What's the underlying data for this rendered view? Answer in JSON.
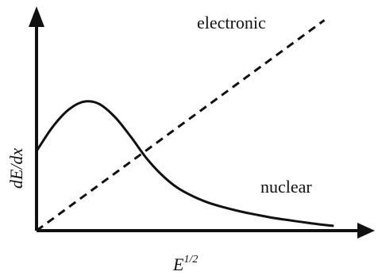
{
  "chart_data": {
    "type": "line",
    "xlabel": "E",
    "xlabel_superscript": "1/2",
    "ylabel": "dE/dx",
    "xlim": [
      0,
      1
    ],
    "ylim": [
      0,
      1
    ],
    "grid": false,
    "ticks": false,
    "axis_arrows": true,
    "series": [
      {
        "name": "nuclear",
        "style": "solid",
        "color": "#111111",
        "x": [
          0,
          0.05,
          0.1,
          0.15,
          0.2,
          0.25,
          0.3,
          0.35,
          0.4,
          0.45,
          0.5,
          0.55,
          0.6,
          0.65,
          0.7,
          0.75,
          0.8,
          0.85,
          0.9,
          0.95
        ],
        "y": [
          0.37,
          0.48,
          0.56,
          0.6,
          0.59,
          0.53,
          0.44,
          0.34,
          0.26,
          0.2,
          0.16,
          0.13,
          0.108,
          0.09,
          0.075,
          0.061,
          0.05,
          0.04,
          0.03,
          0.022
        ]
      },
      {
        "name": "electronic",
        "style": "dashed",
        "color": "#111111",
        "x": [
          0,
          0.92
        ],
        "y": [
          0,
          0.98
        ]
      }
    ]
  }
}
